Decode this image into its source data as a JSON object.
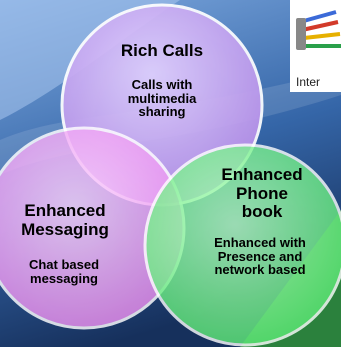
{
  "diagram": {
    "circles": [
      {
        "id": "rich-calls",
        "title": "Rich Calls",
        "description": "Calls with multimedia sharing",
        "color": "#c8a4f0"
      },
      {
        "id": "enhanced-messaging",
        "title": "Enhanced Messaging",
        "description": "Chat based messaging",
        "color": "#ee8cf0"
      },
      {
        "id": "enhanced-phone-book",
        "title": "Enhanced Phone book",
        "description": "Enhanced with Presence and network based",
        "color": "#6ef080"
      }
    ]
  },
  "logo": {
    "text": "Inter",
    "icon": "network-cables-icon"
  },
  "colors": {
    "background_top": "#6b9bd8",
    "background_bottom": "#1a3a6e",
    "accent_green": "#2e8b3a"
  }
}
